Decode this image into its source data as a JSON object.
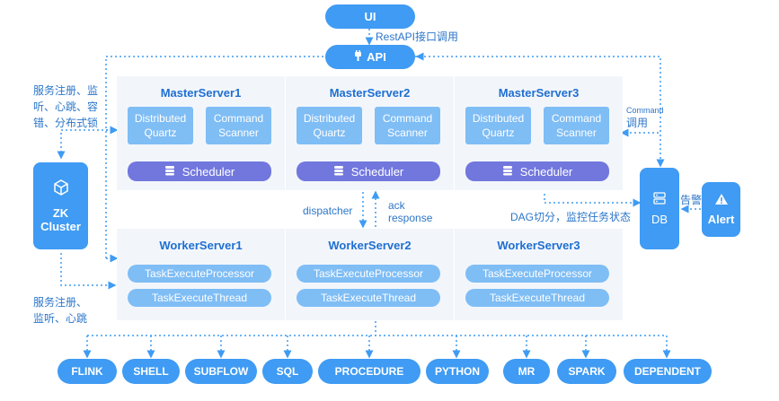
{
  "ui": {
    "label": "UI"
  },
  "api": {
    "label": "API"
  },
  "rest_note": "RestAPI接口调用",
  "left_note_top": [
    "服务注册、监",
    "听、心跳、容",
    "错、分布式锁"
  ],
  "left_note_bottom": [
    "服务注册、",
    "监听、心跳"
  ],
  "zk": {
    "line1": "ZK",
    "line2": "Cluster"
  },
  "db": {
    "label": "DB"
  },
  "alert": {
    "label": "Alert"
  },
  "alarm_note": "告警",
  "command_note": {
    "line1": "Command",
    "line2": "调用"
  },
  "dag_note": "DAG切分，监控任务状态",
  "dispatcher_note": "dispatcher",
  "ack_note": {
    "line1": "ack",
    "line2": "response"
  },
  "masters": [
    {
      "title": "MasterServer1",
      "quartz1": "Distributed",
      "quartz2": "Quartz",
      "cmd1": "Command",
      "cmd2": "Scanner",
      "scheduler": "Scheduler"
    },
    {
      "title": "MasterServer2",
      "quartz1": "Distributed",
      "quartz2": "Quartz",
      "cmd1": "Command",
      "cmd2": "Scanner",
      "scheduler": "Scheduler"
    },
    {
      "title": "MasterServer3",
      "quartz1": "Distributed",
      "quartz2": "Quartz",
      "cmd1": "Command",
      "cmd2": "Scanner",
      "scheduler": "Scheduler"
    }
  ],
  "workers": [
    {
      "title": "WorkerServer1",
      "processor": "TaskExecuteProcessor",
      "thread": "TaskExecuteThread"
    },
    {
      "title": "WorkerServer2",
      "processor": "TaskExecuteProcessor",
      "thread": "TaskExecuteThread"
    },
    {
      "title": "WorkerServer3",
      "processor": "TaskExecuteProcessor",
      "thread": "TaskExecuteThread"
    }
  ],
  "task_types": [
    "FLINK",
    "SHELL",
    "SUBFLOW",
    "SQL",
    "PROCEDURE",
    "PYTHON",
    "MR",
    "SPARK",
    "DEPENDENT"
  ],
  "colors": {
    "primary": "#3f9bf3",
    "light": "#7fbdf5",
    "scheduler": "#7277de",
    "panel": "#f2f6fb",
    "title": "#1f6fd1"
  }
}
